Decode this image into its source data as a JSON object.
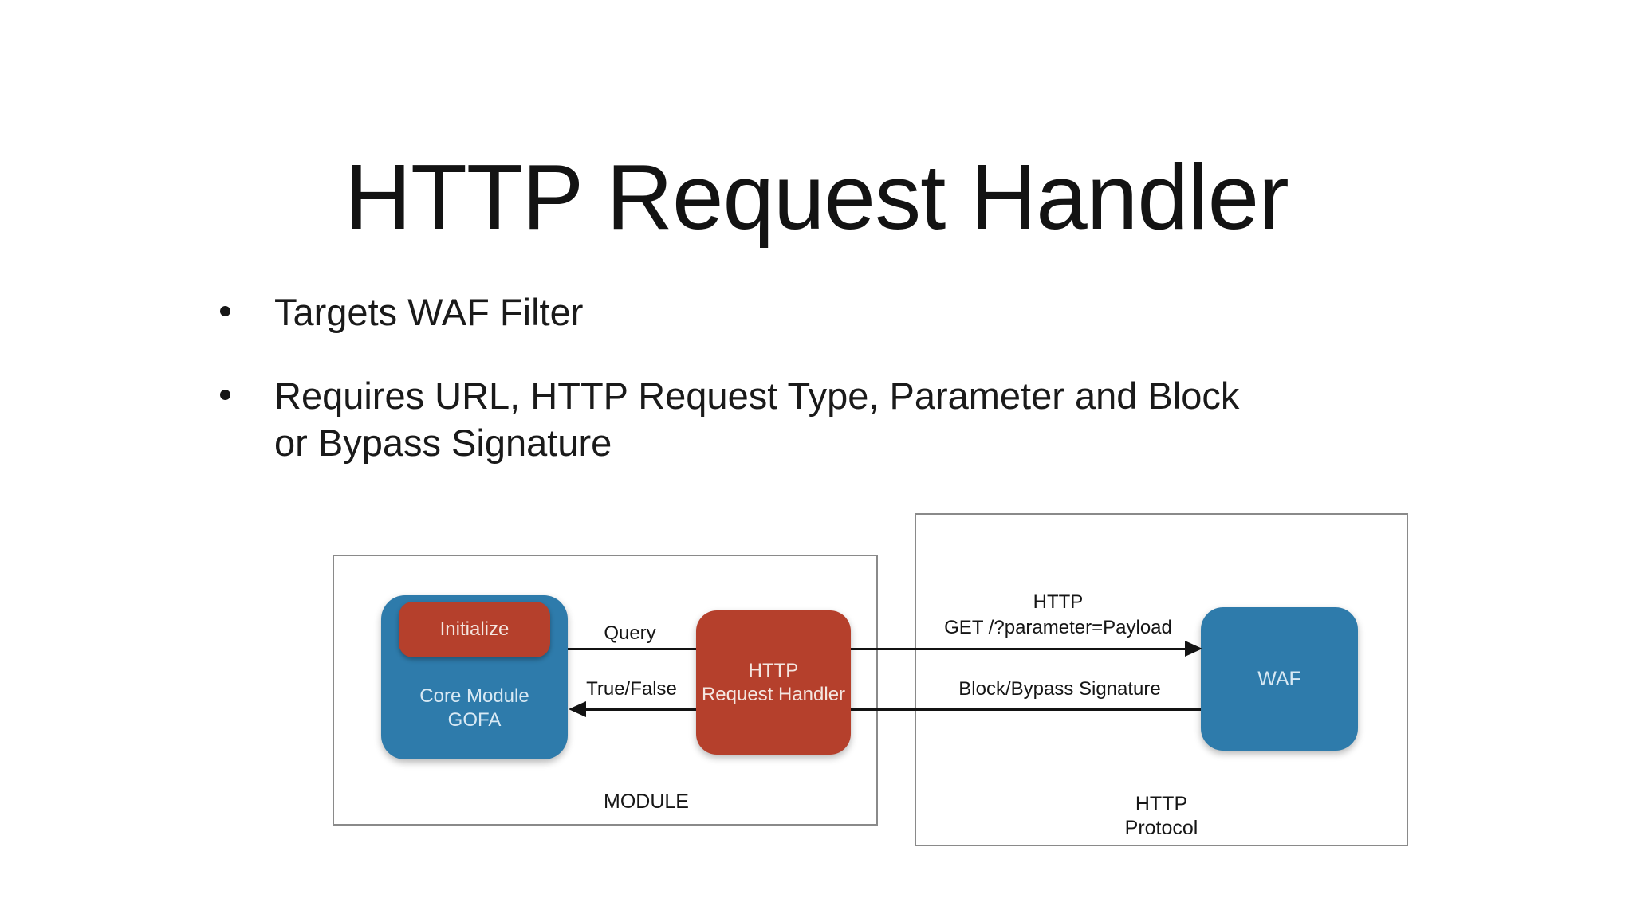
{
  "slide": {
    "title": "HTTP Request Handler",
    "bullets": [
      {
        "text": "Targets WAF Filter"
      },
      {
        "text": "Requires URL, HTTP Request Type, Parameter and Block\nor Bypass Signature"
      }
    ]
  },
  "diagram": {
    "module_box_label": "MODULE",
    "protocol_box_label": "HTTP\nProtocol",
    "nodes": {
      "initialize": "Initialize",
      "core_module": "Core Module\nGOFA",
      "request_handler": "HTTP\nRequest Handler",
      "waf": "WAF"
    },
    "edges": {
      "query": "Query",
      "true_false": "True/False",
      "http_get": "HTTP\nGET /?parameter=Payload",
      "block_bypass": "Block/Bypass Signature"
    },
    "colors": {
      "node_blue": "#2e7bab",
      "node_red": "#b5402c",
      "box_border_gray": "#8a8a8a",
      "line_black": "#131313"
    }
  }
}
